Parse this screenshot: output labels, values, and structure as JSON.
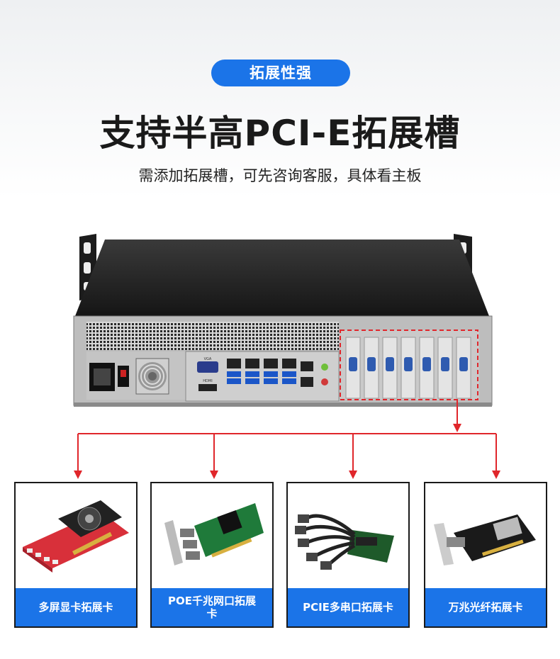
{
  "header": {
    "badge": "拓展性强",
    "title": "支持半高PCI-E拓展槽",
    "subtitle": "需添加拓展槽，可先咨询客服，具体看主板"
  },
  "chassis": {
    "port_labels": {
      "vga": "VGA",
      "hdmi": "HDMI"
    },
    "highlight_color": "#e0262b"
  },
  "cards": [
    {
      "label": "多屏显卡拓展卡",
      "icon": "multi-screen-graphics-card-icon"
    },
    {
      "label": "POE千兆网口拓展卡",
      "icon": "poe-gigabit-network-card-icon"
    },
    {
      "label": "PCIE多串口拓展卡",
      "icon": "pcie-multi-serial-card-icon"
    },
    {
      "label": "万兆光纤拓展卡",
      "icon": "10g-fiber-card-icon"
    }
  ],
  "colors": {
    "accent": "#1b74e8",
    "arrow": "#e0262b"
  }
}
